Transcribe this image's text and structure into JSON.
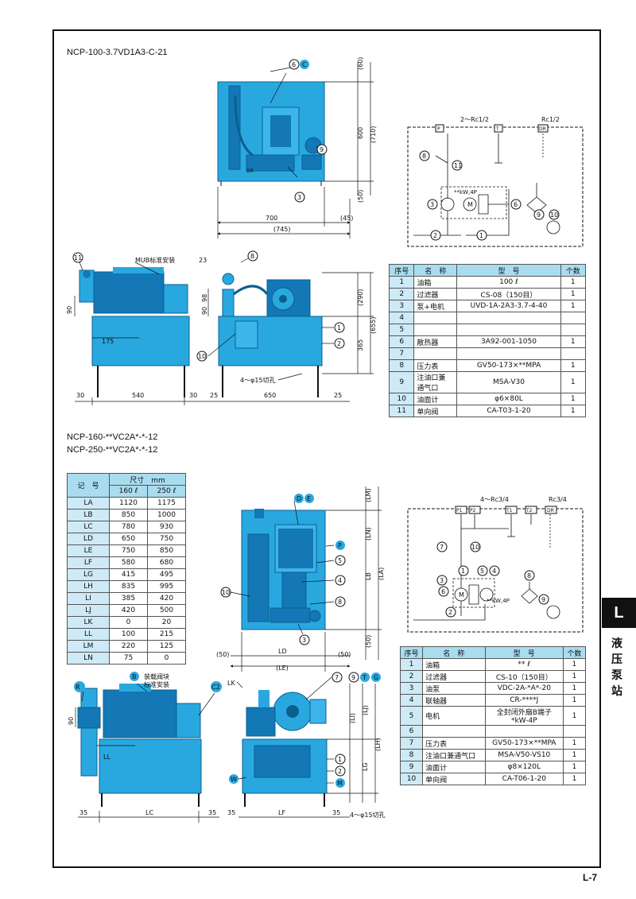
{
  "model1": {
    "title": "NCP-100-3.7VD1A3-C-21"
  },
  "model2": {
    "title1": "NCP-160-**VC2A*-*-12",
    "title2": "NCP-250-**VC2A*-*-12"
  },
  "view1": {
    "top": {
      "d60": "(60)",
      "d600": "600",
      "d710": "(710)",
      "d50": "(50)",
      "d700": "700",
      "d45": "(45)",
      "d745": "(745)",
      "c6": "6",
      "cC": "C",
      "c9": "9",
      "c3": "3",
      "dr": "DR"
    },
    "front": {
      "c11": "11",
      "mub": "MUB标准安装",
      "d90": "90",
      "d175": "175",
      "d30a": "30",
      "d540": "540",
      "d30b": "30"
    },
    "side": {
      "d23": "23",
      "c8": "8",
      "d98": "98",
      "d90": "90",
      "d290": "(290)",
      "d655": "(655)",
      "d365": "365",
      "c1": "1",
      "c2": "2",
      "c10": "10",
      "holes": "4～φ15切孔",
      "d25a": "25",
      "d650": "650",
      "d25b": "25"
    }
  },
  "circuit1": {
    "rc": "2～Rc1/2",
    "rc2": "Rc1/2",
    "P": "P",
    "T": "T",
    "DR": "DR",
    "kw": "**kW,4P",
    "n8": "8",
    "n11": "11",
    "n3": "3",
    "nM": "M",
    "n6": "6",
    "n9": "9",
    "n10": "10",
    "n2": "2",
    "n1": "1"
  },
  "table1": {
    "headers": [
      "序号",
      "名　称",
      "型　号",
      "个数"
    ],
    "rows": [
      [
        "1",
        "油箱",
        "100 ℓ",
        "1"
      ],
      [
        "2",
        "过滤器",
        "CS-08（150目）",
        "1"
      ],
      [
        "3",
        "泵+电机",
        "UVD-1A-2A3-3.7-4-40",
        "1"
      ],
      [
        "4",
        "",
        "",
        ""
      ],
      [
        "5",
        "",
        "",
        ""
      ],
      [
        "6",
        "散热器",
        "3A92-001-1050",
        "1"
      ],
      [
        "7",
        "",
        "",
        ""
      ],
      [
        "8",
        "压力表",
        "GV50-173×**MPA",
        "1"
      ],
      [
        "9",
        "注油口兼\n通气口",
        "MSA-V30",
        "1"
      ],
      [
        "10",
        "油面计",
        "φ6×80L",
        "1"
      ],
      [
        "11",
        "单向阀",
        "CA-T03-1-20",
        "1"
      ]
    ]
  },
  "dimtable": {
    "h_code": "记　号",
    "h_size": "尺寸　mm",
    "h_160": "160 ℓ",
    "h_250": "250 ℓ",
    "rows": [
      [
        "LA",
        "1120",
        "1175"
      ],
      [
        "LB",
        "850",
        "1000"
      ],
      [
        "LC",
        "780",
        "930"
      ],
      [
        "LD",
        "650",
        "750"
      ],
      [
        "LE",
        "750",
        "850"
      ],
      [
        "LF",
        "580",
        "680"
      ],
      [
        "LG",
        "415",
        "495"
      ],
      [
        "LH",
        "835",
        "995"
      ],
      [
        "LI",
        "385",
        "420"
      ],
      [
        "LJ",
        "420",
        "500"
      ],
      [
        "LK",
        "0",
        "20"
      ],
      [
        "LL",
        "100",
        "215"
      ],
      [
        "LM",
        "220",
        "125"
      ],
      [
        "LN",
        "75",
        "0"
      ]
    ]
  },
  "view2": {
    "top": {
      "cD": "D",
      "cE": "E",
      "cP": "P",
      "c5": "5",
      "c4": "4",
      "c10": "10",
      "c8": "8",
      "c3": "3",
      "LM": "(LM)",
      "LN": "(LN)",
      "LB": "LB",
      "LA": "(LA)",
      "d50a": "(50)",
      "LD": "LD",
      "d50b": "(50)",
      "d50c": "(50)",
      "LE": "(LE)"
    },
    "front": {
      "cR": "R",
      "cB": "B",
      "note1": "装载阀块",
      "note2": "标准安装",
      "cC2": "C2",
      "d90": "90",
      "LL": "LL",
      "d35a": "35",
      "LC": "LC",
      "d35b": "35"
    },
    "side": {
      "LK": "LK",
      "c7": "7",
      "c9": "9",
      "cT": "T",
      "cG": "G",
      "LI": "(LI)",
      "LJ": "(LJ)",
      "LH": "(LH)",
      "LG": "LG",
      "c1": "1",
      "c2": "2",
      "cM": "M",
      "cW": "W",
      "d35a": "35",
      "LF": "LF",
      "d35b": "35",
      "holes": "4～φ15切孔"
    }
  },
  "circuit2": {
    "rc": "4～Rc3/4",
    "rc2": "Rc3/4",
    "P1": "P1",
    "P2": "P2",
    "T1": "T1",
    "T2": "T2",
    "DR": "DR",
    "kw": "**kW,4P",
    "n7": "7",
    "n10": "10",
    "n3": "3",
    "n1": "1",
    "n8": "8",
    "n9": "9",
    "n6": "6",
    "n2": "2",
    "nM": "M"
  },
  "table2": {
    "headers": [
      "序号",
      "名　称",
      "型　号",
      "个数"
    ],
    "rows": [
      [
        "1",
        "油箱",
        "** ℓ",
        "1"
      ],
      [
        "2",
        "过滤器",
        "CS-10（150目）",
        "1"
      ],
      [
        "3",
        "油泵",
        "VDC-2A-*A*-20",
        "1"
      ],
      [
        "4",
        "联轴器",
        "CR-****J",
        "1"
      ],
      [
        "5",
        "电机",
        "全封闭外扇B端子\n*kW-4P",
        "1"
      ],
      [
        "6",
        "",
        "",
        ""
      ],
      [
        "7",
        "压力表",
        "GV50-173×**MPA",
        "1"
      ],
      [
        "8",
        "注油口兼通气口",
        "MSA-V50-VS10",
        "1"
      ],
      [
        "9",
        "油面计",
        "φ8×120L",
        "1"
      ],
      [
        "10",
        "单向阀",
        "CA-T06-1-20",
        "1"
      ]
    ]
  },
  "side": {
    "tab": "L",
    "text": "液压泵站"
  },
  "page": "L-7",
  "colors": {
    "equipment": "#29a8e0",
    "equipment_dark": "#1378b5",
    "header": "#a9dcef",
    "circle": "#29a8e0"
  }
}
